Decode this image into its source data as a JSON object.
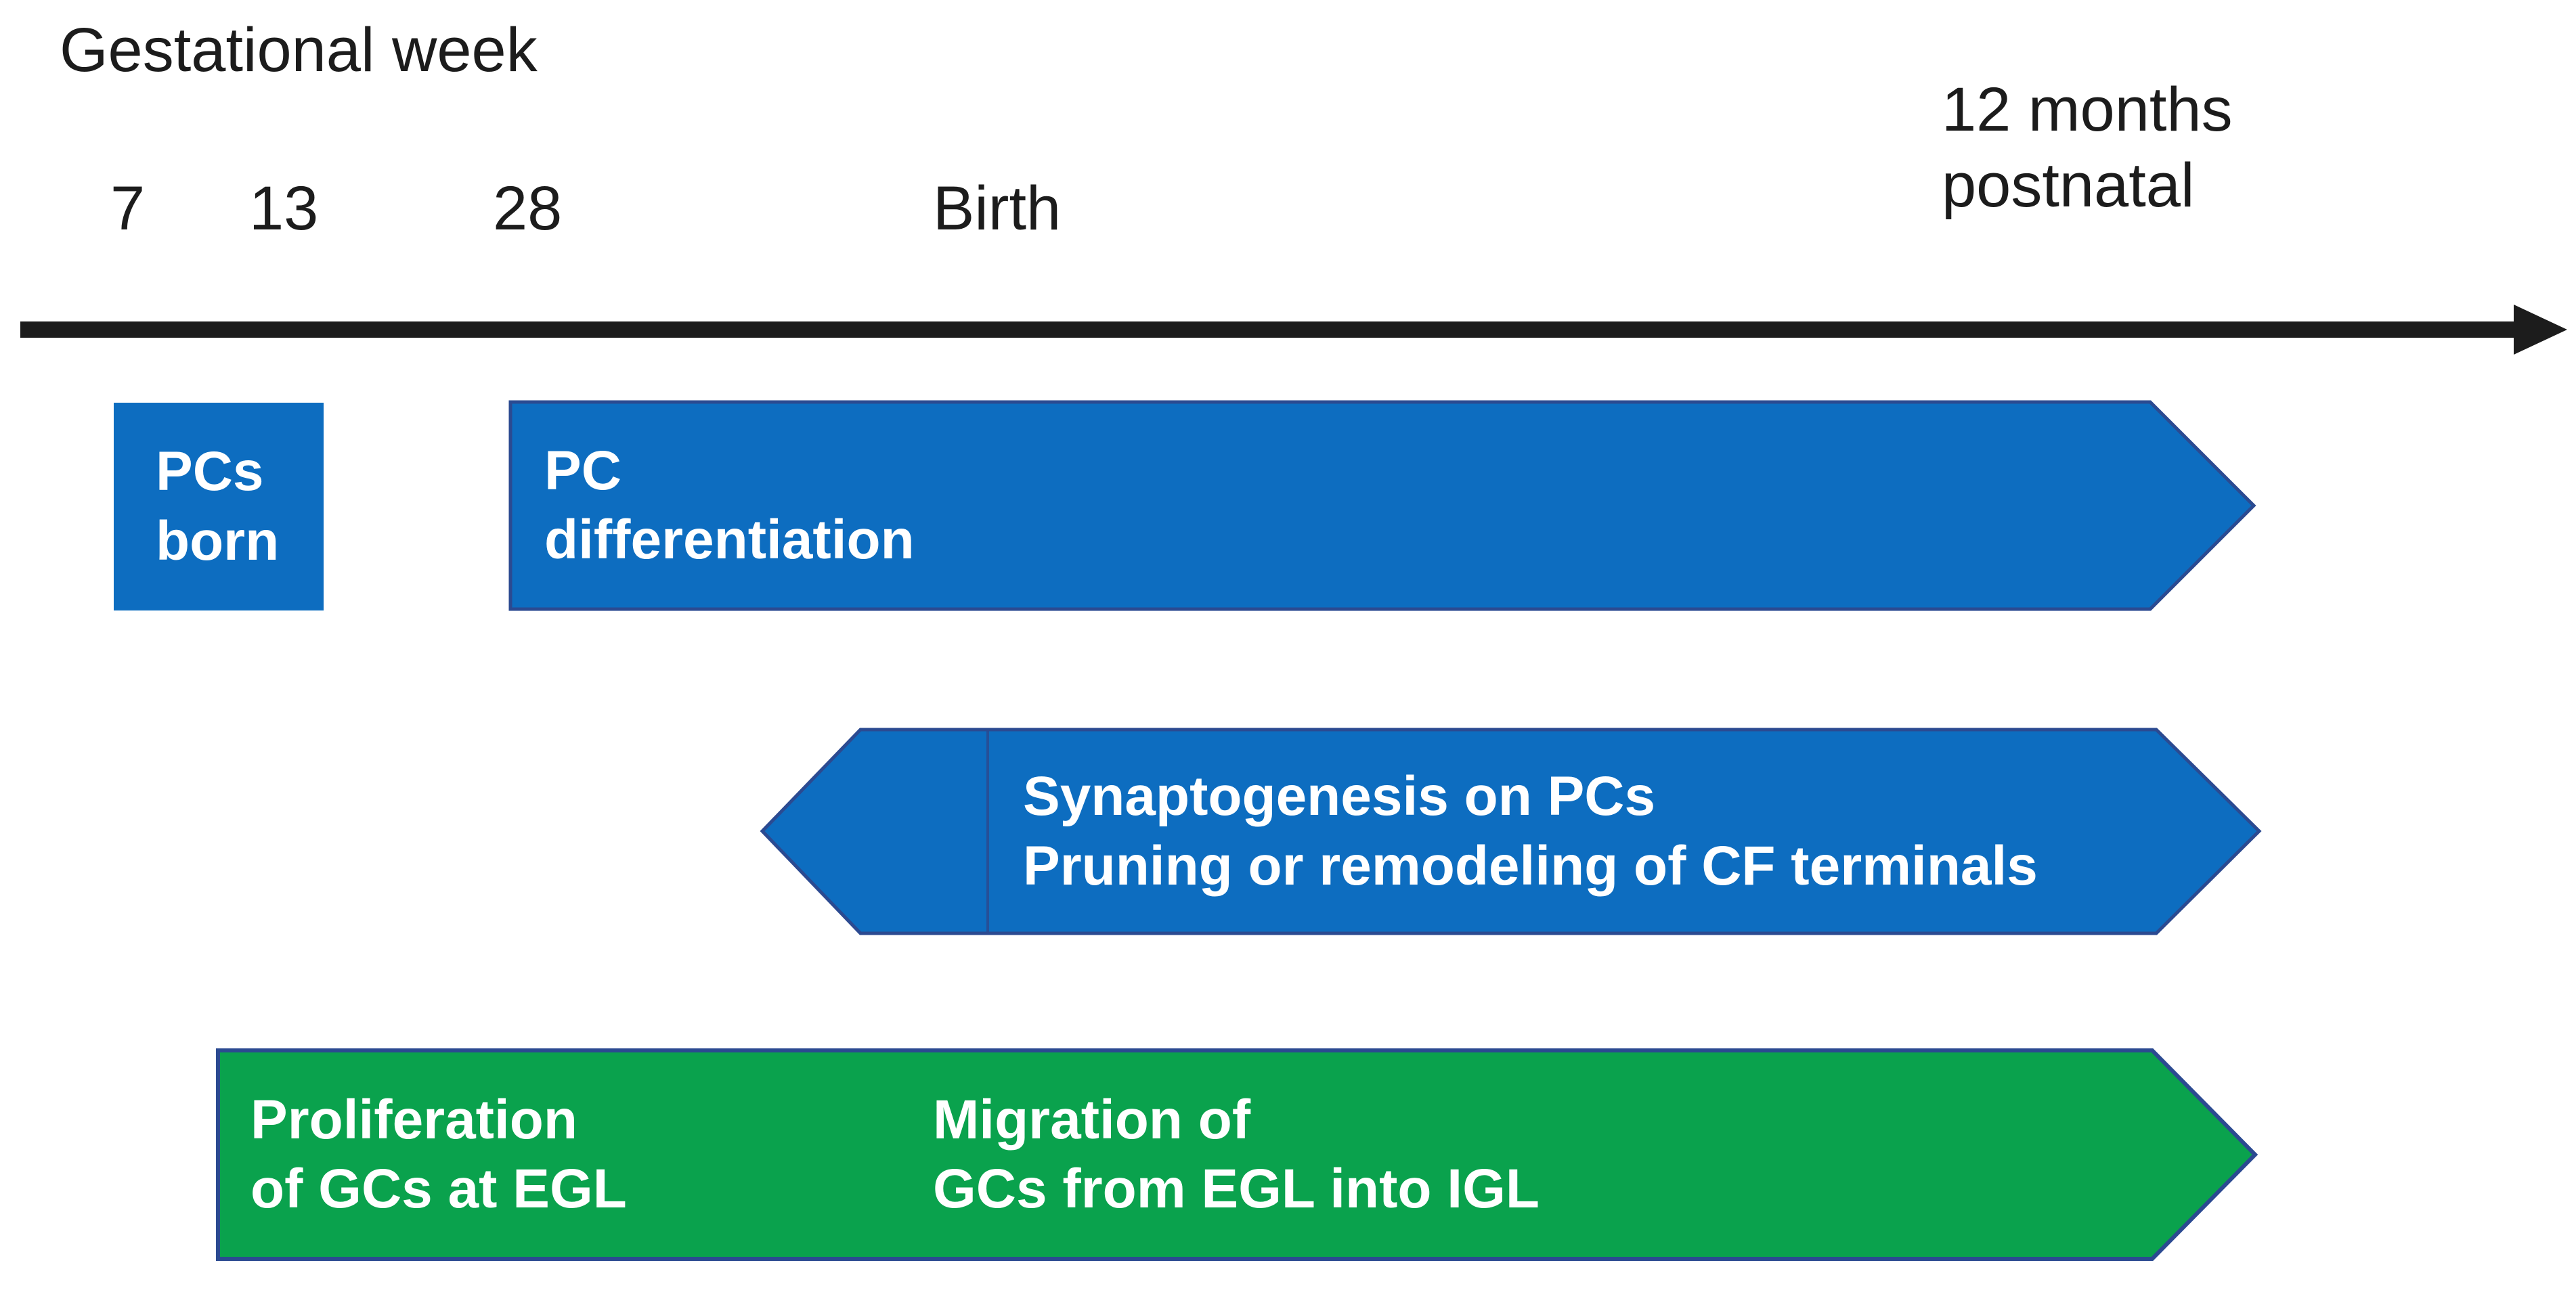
{
  "header": {
    "axis_title": "Gestational week",
    "ticks": [
      "7",
      "13",
      "28",
      "Birth"
    ],
    "end_label_line1": "12 months",
    "end_label_line2": "postnatal"
  },
  "events": {
    "pcs_born": {
      "line1": "PCs",
      "line2": "born"
    },
    "pc_differentiation": {
      "line1": "PC",
      "line2": "differentiation"
    },
    "synaptogenesis": {
      "line1": "Synaptogenesis on PCs",
      "line2": "Pruning or remodeling of CF terminals"
    },
    "granule_cells": {
      "left_line1": "Proliferation",
      "left_line2": "of GCs at EGL",
      "right_line1": "Migration of",
      "right_line2": "GCs from EGL into IGL"
    }
  },
  "colors": {
    "blue": "#0d6dc0",
    "green": "#0aa24d",
    "border": "#2b4a91",
    "axis": "#1c1c1c",
    "label_text": "#ffffff"
  }
}
